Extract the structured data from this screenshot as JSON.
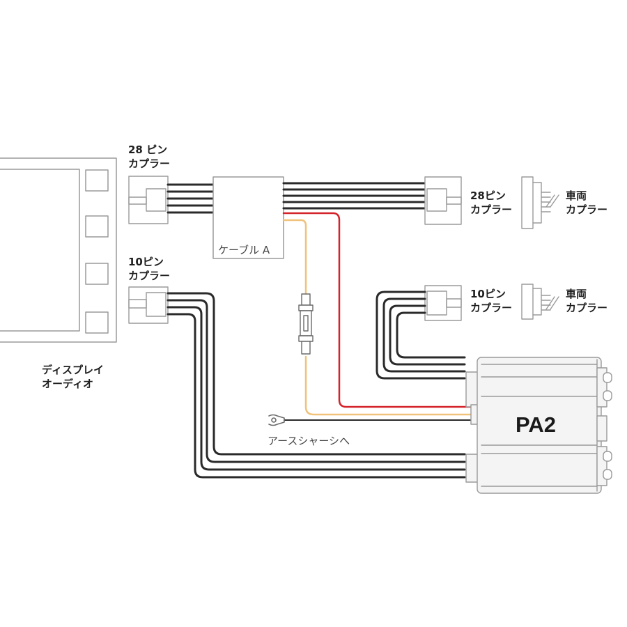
{
  "labels": {
    "coupler_28_left_l1": "28 ピン",
    "coupler_28_left_l2": "カプラー",
    "coupler_10_left_l1": "10ピン",
    "coupler_10_left_l2": "カプラー",
    "cable_a": "ケーブル A",
    "coupler_28_right_l1": "28ピン",
    "coupler_28_right_l2": "カプラー",
    "vehicle_1_l1": "車両",
    "vehicle_1_l2": "カプラー",
    "coupler_10_right_l1": "10ピン",
    "coupler_10_right_l2": "カプラー",
    "vehicle_2_l1": "車両",
    "vehicle_2_l2": "カプラー",
    "display_audio_l1": "ディスプレイ",
    "display_audio_l2": "オーディオ",
    "ground": "アースシャーシへ",
    "device": "PA2"
  },
  "colors": {
    "wire_dark": "#2a2a2a",
    "wire_red": "#d4232a",
    "wire_yellow": "#f1c27a",
    "outline": "#9a9a9a",
    "device_fill": "#f4f4f4"
  }
}
